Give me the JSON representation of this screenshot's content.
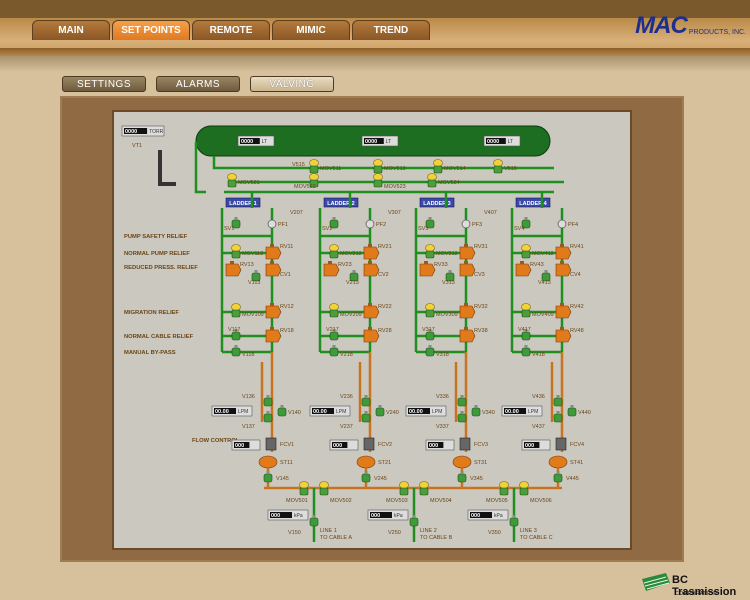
{
  "tabs": [
    "MAIN",
    "SET POINTS",
    "REMOTE",
    "MIMIC",
    "TREND"
  ],
  "active_tab": "SET POINTS",
  "logo": {
    "mac": "MAC",
    "sub": "PRODUCTS, INC."
  },
  "subtabs": [
    "SETTINGS",
    "ALARMS",
    "VALVING"
  ],
  "active_subtab": "VALVING",
  "tank": {
    "label": "VT1",
    "unit": "TORR",
    "value": "0000"
  },
  "level_displays": [
    {
      "value": "0000",
      "unit": "LT"
    },
    {
      "value": "0000",
      "unit": "LT"
    },
    {
      "value": "0000",
      "unit": "LT"
    }
  ],
  "header_valves": [
    "V515",
    "MOV511",
    "MOV513",
    "MOV514",
    "V515",
    "MOV521",
    "MOV522",
    "MOV523",
    "MOV524",
    "V107"
  ],
  "ladders": [
    "LADDER 1",
    "LADDER 2",
    "LADDER 3",
    "LADDER 4"
  ],
  "left_labels": [
    "PUMP SAFETY RELIEF",
    "NORMAL PUMP RELIEF",
    "REDUCED PRESS. RELIEF",
    "MIGRATION RELIEF",
    "NORMAL CABLE RELIEF",
    "MANUAL BY-PASS",
    "FLOW CONTROL"
  ],
  "ladder_components": [
    {
      "v_top": "V207",
      "sv": "SV1",
      "pf": "PF1",
      "mov_a": "MOV112",
      "rv_a": "RV11",
      "rv_b": "RV13",
      "v_red": "V113",
      "cv": "CV1",
      "mov_b": "MOV109",
      "rv_c": "RV12",
      "v_c": "V117",
      "rv_d": "RV18",
      "v_d": "V118",
      "v_low_a": "V136",
      "v_low_b": "V137",
      "v_low_c": "V140",
      "lpm": "00.00",
      "lpm_unit": "LPM",
      "fcv": "FCV1",
      "fcv_val": "000",
      "st": "ST11",
      "v_bot": "V145"
    },
    {
      "v_top": "V307",
      "sv": "SV2",
      "pf": "PF2",
      "mov_a": "MOV212",
      "rv_a": "RV21",
      "rv_b": "RV23",
      "v_red": "V213",
      "cv": "CV2",
      "mov_b": "MOV209",
      "rv_c": "RV22",
      "v_c": "V217",
      "rv_d": "RV28",
      "v_d": "V218",
      "v_low_a": "V236",
      "v_low_b": "V237",
      "v_low_c": "V240",
      "lpm": "00.00",
      "lpm_unit": "LPM",
      "fcv": "FCV2",
      "fcv_val": "000",
      "st": "ST21",
      "v_bot": "V245"
    },
    {
      "v_top": "V407",
      "sv": "SV3",
      "pf": "PF3",
      "mov_a": "MOV312",
      "rv_a": "RV31",
      "rv_b": "RV33",
      "v_red": "V313",
      "cv": "CV3",
      "mov_b": "MOV309",
      "rv_c": "RV32",
      "v_c": "V317",
      "rv_d": "RV38",
      "v_d": "V318",
      "v_low_a": "V336",
      "v_low_b": "V337",
      "v_low_c": "V340",
      "lpm": "00.00",
      "lpm_unit": "LPM",
      "fcv": "FCV3",
      "fcv_val": "000",
      "st": "ST31",
      "v_bot": "V345"
    },
    {
      "v_top": "",
      "sv": "SV4",
      "pf": "PF4",
      "mov_a": "MOV412",
      "rv_a": "RV41",
      "rv_b": "RV43",
      "v_red": "V413",
      "cv": "CV4",
      "mov_b": "MOV409",
      "rv_c": "RV42",
      "v_c": "V417",
      "rv_d": "RV48",
      "v_d": "V418",
      "v_low_a": "V436",
      "v_low_b": "V437",
      "v_low_c": "V440",
      "lpm": "00.00",
      "lpm_unit": "LPM",
      "fcv": "FCV4",
      "fcv_val": "000",
      "st": "ST41",
      "v_bot": "V445"
    }
  ],
  "bottom_movs": [
    "MOV501",
    "MOV502",
    "MOV503",
    "MOV504",
    "MOV505",
    "MOV506"
  ],
  "lines": [
    {
      "value": "000",
      "unit": "kPa",
      "valve": "V150",
      "name": "LINE 1",
      "dest": "TO CABLE A"
    },
    {
      "value": "000",
      "unit": "kPa",
      "valve": "V250",
      "name": "LINE 2",
      "dest": "TO CABLE B"
    },
    {
      "value": "000",
      "unit": "kPa",
      "valve": "V350",
      "name": "LINE 3",
      "dest": "TO CABLE C"
    }
  ],
  "footer": {
    "name": "BC Trasmission",
    "corp": "CORPORATION"
  },
  "colors": {
    "pipe_green": "#1f8f1f",
    "pipe_orange": "#c8741e",
    "valve_orange": "#e07a1a",
    "tank_green": "#1d6e21",
    "ladder_badge": "#3b49a8"
  }
}
